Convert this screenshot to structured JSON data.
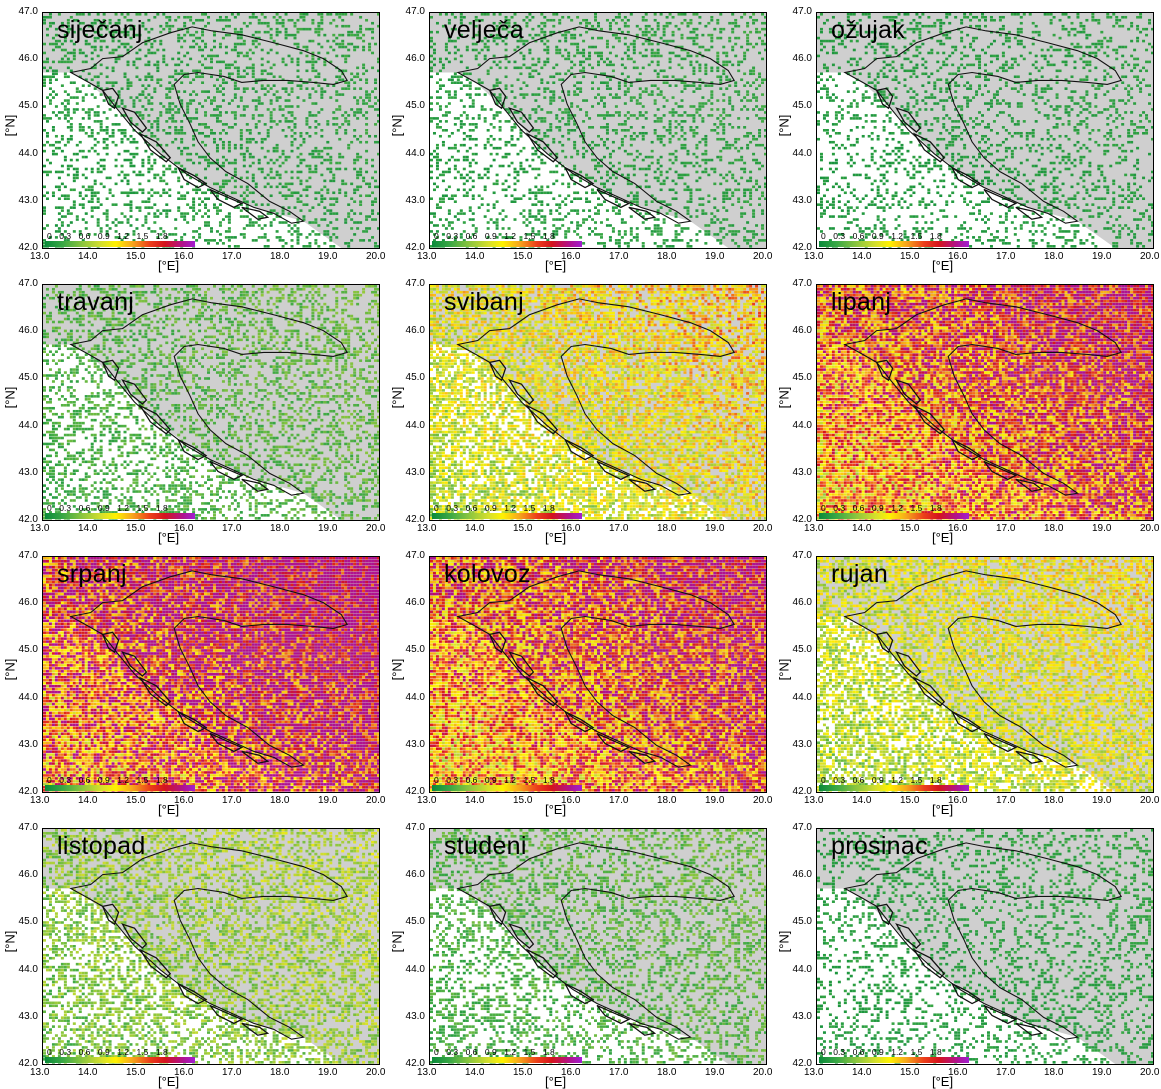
{
  "axes": {
    "yticks": [
      "47.0",
      "46.0",
      "45.0",
      "44.0",
      "43.0",
      "42.0"
    ],
    "xticks": [
      "13.0",
      "14.0",
      "15.0",
      "16.0",
      "17.0",
      "18.0",
      "19.0",
      "20.0"
    ],
    "ylabel": "[°N]",
    "xlabel": "[°E]"
  },
  "colorbar": {
    "ticks": [
      "0",
      "0.3",
      "0.6",
      "0.9",
      "1.2",
      "1.5",
      "1.8"
    ],
    "colors": [
      "#0a8a3a",
      "#8cc63e",
      "#fff200",
      "#f7a81b",
      "#ec3e1a",
      "#d4131d",
      "#a11fd1"
    ]
  },
  "panels": [
    {
      "month": "siječanj",
      "level": 0.12
    },
    {
      "month": "velječa",
      "level": 0.12
    },
    {
      "month": "ožujak",
      "level": 0.1
    },
    {
      "month": "travanj",
      "level": 0.22
    },
    {
      "month": "svibanj",
      "level": 0.55
    },
    {
      "month": "lipanj",
      "level": 0.85
    },
    {
      "month": "srpanj",
      "level": 0.95
    },
    {
      "month": "kolovoz",
      "level": 0.85
    },
    {
      "month": "rujan",
      "level": 0.5
    },
    {
      "month": "listopad",
      "level": 0.35
    },
    {
      "month": "studeni",
      "level": 0.22
    },
    {
      "month": "prosinac",
      "level": 0.12
    }
  ]
}
